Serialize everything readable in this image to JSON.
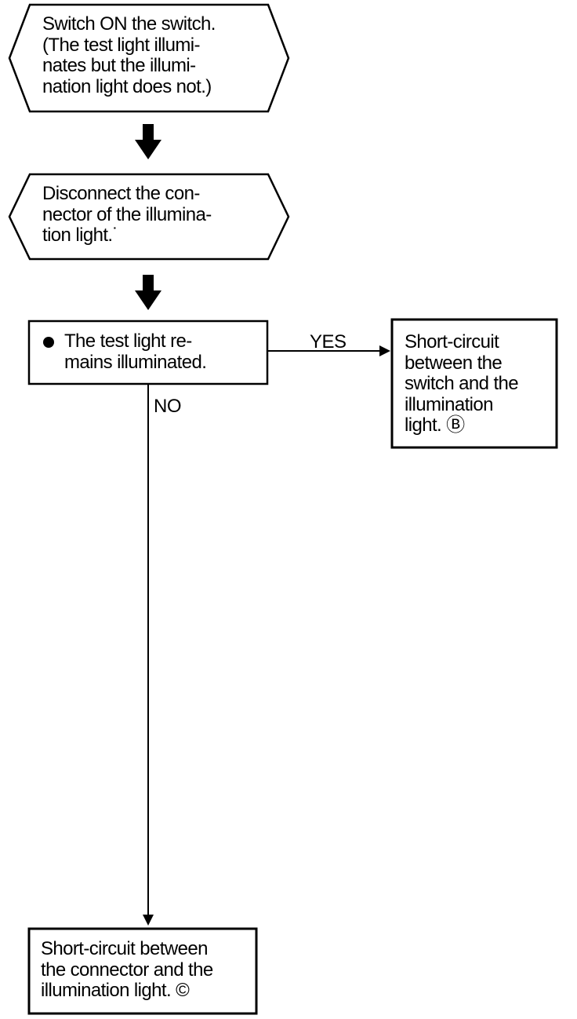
{
  "step1": {
    "text": "Switch ON the switch.\n(The test light illumi-\nnates but the illumi-\nnation light does not.)"
  },
  "step2": {
    "text": "Disconnect the con-\nnector of the illumina-\ntion light.˙"
  },
  "decision": {
    "text": "The test light re-\nmains illuminated.",
    "yes_label": "YES",
    "no_label": "NO"
  },
  "result_b": {
    "text": "Short-circuit\nbetween the\nswitch and the\nillumination\nlight. Ⓑ"
  },
  "result_c": {
    "text": "Short-circuit between\nthe connector and the\nillumination light. ©"
  }
}
